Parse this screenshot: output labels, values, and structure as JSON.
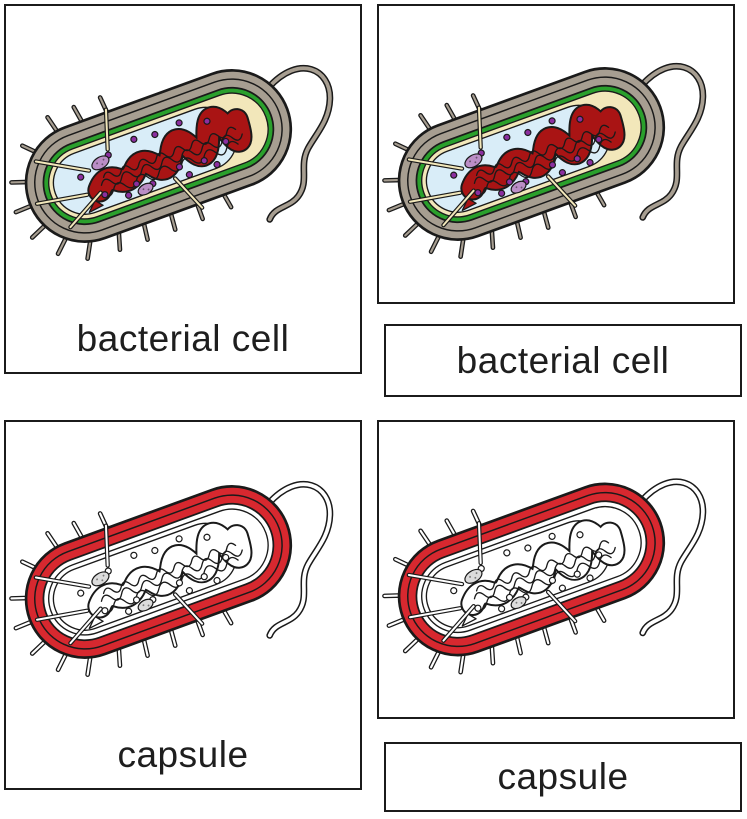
{
  "page": {
    "background": "#ffffff",
    "description": "Montessori 3-part nomenclature cards: bacterial cell and capsule"
  },
  "labels": {
    "top": "bacterial cell",
    "bottom": "capsule"
  },
  "text_color": "#1e1e1e",
  "card_border_color": "#1b1b1b",
  "palettes": {
    "colored": {
      "capsule": "#a79e91",
      "wall": "#2aa02c",
      "membrane": "#f2e7ba",
      "cytoplasm": "#d9edf8",
      "nucleoid": "#a91414",
      "ribosome": "#8b2fa0",
      "granule": "#bb8ec6",
      "pili": "#a79e91",
      "flagellum": "#a79e91",
      "spike": "#f2e7ba",
      "outline": "#1a1a1a"
    },
    "capsule_highlighted": {
      "capsule": "#d7282f",
      "wall": "#ffffff",
      "membrane": "#ffffff",
      "cytoplasm": "#ffffff",
      "nucleoid": "#ffffff",
      "ribosome": "#ffffff",
      "granule": "#dcdcdc",
      "pili": "#ffffff",
      "flagellum": "#ffffff",
      "spike": "#ffffff",
      "outline": "#1a1a1a"
    }
  },
  "cards": [
    {
      "id": "card-tl",
      "kind": "picture-with-label",
      "label": "bacterial cell",
      "variant": "colored"
    },
    {
      "id": "card-tr-pic",
      "kind": "picture-only",
      "variant": "colored"
    },
    {
      "id": "card-tr-label",
      "kind": "label-only",
      "label": "bacterial cell"
    },
    {
      "id": "card-bl",
      "kind": "picture-with-label",
      "label": "capsule",
      "variant": "capsule_highlighted"
    },
    {
      "id": "card-br-pic",
      "kind": "picture-only",
      "variant": "capsule_highlighted"
    },
    {
      "id": "card-br-label",
      "kind": "label-only",
      "label": "capsule"
    }
  ]
}
